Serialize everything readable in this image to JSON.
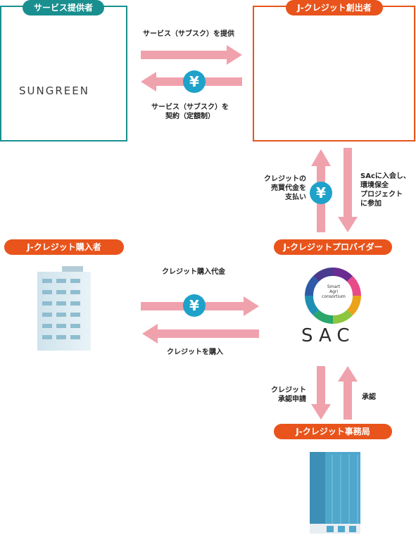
{
  "provider": {
    "label": "サービス提供者",
    "logo_text": "SUNGREEN"
  },
  "creator": {
    "label": "J-クレジット創出者"
  },
  "buyer": {
    "label": "J-クレジット購入者"
  },
  "sac_provider": {
    "label": "J-クレジットプロバイダー",
    "logo_text": "SAC",
    "logo_small": [
      "Smart",
      "Agri",
      "consortium"
    ]
  },
  "office": {
    "label": "J-クレジット事務局"
  },
  "flows": {
    "provide_service": "サービス（サブスク）を提供",
    "contract_service": [
      "サービス（サブスク）を",
      "契約（定額制）"
    ],
    "credit_payment": [
      "クレジットの",
      "売買代金を",
      "支払い"
    ],
    "join_sac": [
      "SAcに入会し、",
      "環境保全",
      "プロジェクト",
      "に参加"
    ],
    "purchase_payment": "クレジット購入代金",
    "purchase_credit": "クレジットを購入",
    "apply": [
      "クレジット",
      "承認申請"
    ],
    "approve": "承認"
  },
  "yen_symbol": "¥",
  "colors": {
    "teal": "#1a8f8f",
    "orange": "#e8541c",
    "arrow": "#f0a2ac",
    "yen": "#1fa2c9"
  }
}
